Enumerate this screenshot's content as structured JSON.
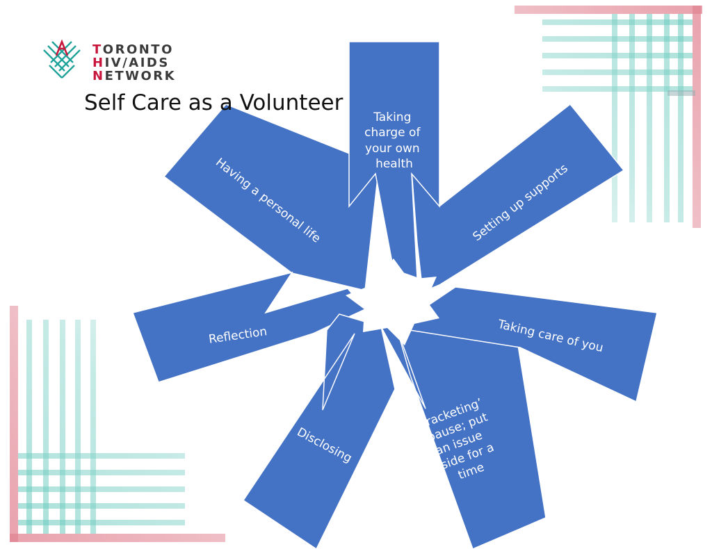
{
  "logo": {
    "lines": [
      {
        "first": "T",
        "rest": "ORONTO"
      },
      {
        "first": "H",
        "rest": "IV/AIDS"
      },
      {
        "first": "N",
        "rest": "ETWORK"
      }
    ],
    "colors": {
      "red": "#c8163d",
      "teal": "#1fa39a",
      "text": "#3a3a3a"
    }
  },
  "title": "Self Care as a Volunteer",
  "diagram": {
    "fill_color": "#4472c4",
    "outline_color": "#ffffff",
    "arms": [
      {
        "id": "health",
        "lines": [
          "Taking",
          "charge of",
          "your own",
          "health"
        ]
      },
      {
        "id": "supports",
        "lines": [
          "Setting up supports"
        ]
      },
      {
        "id": "care",
        "lines": [
          "Taking care of you"
        ]
      },
      {
        "id": "bracketing",
        "lines": [
          "‘Bracketing’",
          "- pause; put",
          "an issue",
          "aside for a",
          "time"
        ]
      },
      {
        "id": "disclosing",
        "lines": [
          "Disclosing"
        ]
      },
      {
        "id": "reflection",
        "lines": [
          "Reflection"
        ]
      },
      {
        "id": "personal",
        "lines": [
          "Having a personal life"
        ]
      }
    ]
  },
  "decor": {
    "pink": "#e0808f",
    "teal": "#5cc4b8"
  }
}
